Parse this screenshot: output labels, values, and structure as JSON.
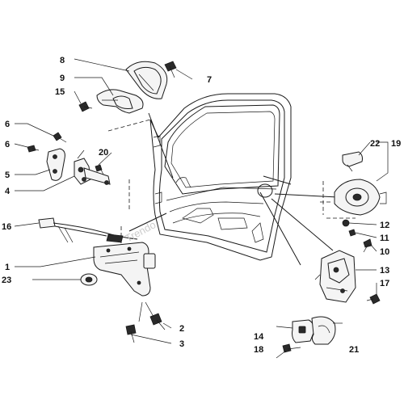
{
  "watermark": "Trendo",
  "colors": {
    "line": "#1a1a1a",
    "fill": "#f4f4f4",
    "dark": "#2a2a2a",
    "watermark": "#cccccc"
  },
  "callouts": {
    "c1": "1",
    "c2": "2",
    "c3": "3",
    "c4": "4",
    "c5": "5",
    "c6a": "6",
    "c6b": "6",
    "c7": "7",
    "c8": "8",
    "c9": "9",
    "c10": "10",
    "c11": "11",
    "c12": "12",
    "c13": "13",
    "c14": "14",
    "c15": "15",
    "c16": "16",
    "c17": "17",
    "c18": "18",
    "c19": "19",
    "c20": "20",
    "c21": "21",
    "c22": "22",
    "c23": "23"
  }
}
